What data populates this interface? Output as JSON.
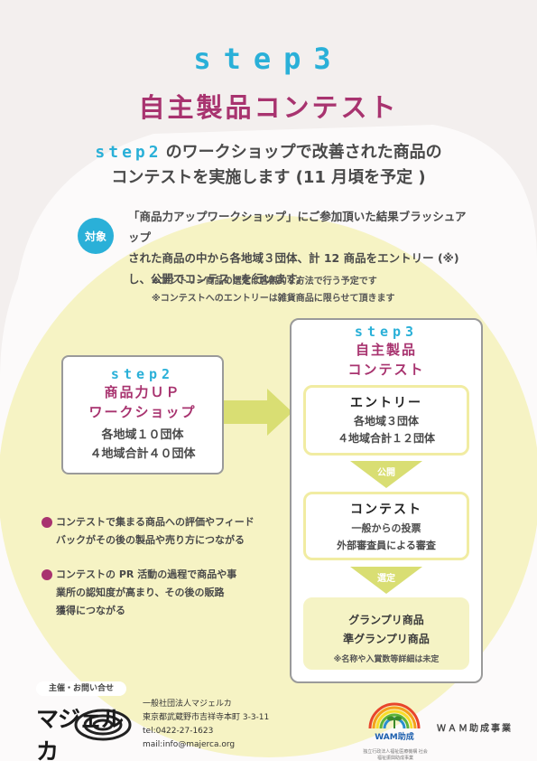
{
  "header": {
    "step": "step3",
    "title": "自主製品コンテスト",
    "subtitle_step": "step2",
    "subtitle_line1_rest": "のワークショップで改善された商品の",
    "subtitle_line2": "コンテストを実施します (11 月頃を予定 )"
  },
  "target": {
    "badge": "対象",
    "lines": [
      "「商品力アップワークショップ」にご参加頂いた結果ブラッシュアップ",
      "された商品の中から各地域３団体、計 12 商品をエントリー (※)",
      "し、公開でコンテストを行います。"
    ],
    "notes": [
      "※エントリー商品の選定は客観的な方法で行う予定です",
      "※コンテストへのエントリーは雑貨商品に限らせて頂きます"
    ]
  },
  "left_box": {
    "step": "step2",
    "title_line1": "商品力ＵＰ",
    "title_line2": "ワークショップ",
    "line1": "各地域１０団体",
    "line2": "４地域合計４０団体"
  },
  "right_panel": {
    "step": "step3",
    "title_line1": "自主製品",
    "title_line2": "コンテスト",
    "entry": {
      "title": "エントリー",
      "line1": "各地域３団体",
      "line2": "４地域合計１２団体"
    },
    "arrow1_label": "公開",
    "contest": {
      "title": "コンテスト",
      "line1": "一般からの投票",
      "line2": "外部審査員による審査"
    },
    "arrow2_label": "選定",
    "prize": {
      "line1": "グランプリ商品",
      "line2": "準グランプリ商品",
      "note": "※名称や入賞数等詳細は未定"
    }
  },
  "bullets": [
    {
      "line1": "コンテストで集まる商品への評価やフィード",
      "line2": "バックがその後の製品や売り方につながる"
    },
    {
      "line1": "コンテストの PR 活動の過程で商品や事",
      "line2": "業所の認知度が高まり、その後の販路",
      "line3": "獲得につながる"
    }
  ],
  "footer": {
    "organizer_label": "主催・お問い合せ",
    "logo_text": "マジェルカ",
    "org_name": "一般社団法人マジェルカ",
    "address": "東京都武蔵野市吉祥寺本町 3-3-11",
    "tel": "tel:0422-27-1623",
    "mail": "mail:info@majerca.org",
    "wam_logo_text": "WAM助成",
    "wam_small": "独立行政法人福祉医療機構 社会福祉振興助成事業",
    "wam_label": "ＷＡＭ助成事業"
  },
  "colors": {
    "accent_blue": "#2ab0d8",
    "accent_pink": "#a8336f",
    "blob_yellow": "#f6f3c4",
    "arrow_green": "#d9de73"
  }
}
